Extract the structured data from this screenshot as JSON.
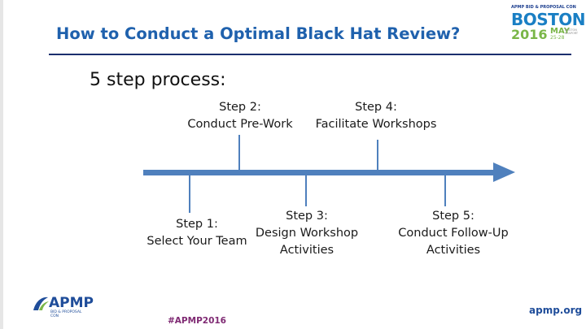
{
  "slide": {
    "title": "How to Conduct a Optimal Black Hat Review?",
    "subtitle": "5 step process:"
  },
  "logo": {
    "tagline": "APMP BID & PROPOSAL CON",
    "city": "BOSTON",
    "year": "2016",
    "month": "MAY",
    "dates": "25-28",
    "venue": "BOSTON SEAPORT"
  },
  "steps": [
    {
      "label": "Step 1:",
      "desc": [
        "Select Your Team"
      ]
    },
    {
      "label": "Step 2:",
      "desc": [
        "Conduct Pre-Work"
      ]
    },
    {
      "label": "Step 3:",
      "desc": [
        "Design Workshop",
        "Activities"
      ]
    },
    {
      "label": "Step 4:",
      "desc": [
        "Facilitate Workshops"
      ]
    },
    {
      "label": "Step 5:",
      "desc": [
        "Conduct Follow-Up",
        "Activities"
      ]
    }
  ],
  "footer": {
    "org_logo": "APMP",
    "org_sub": "BID & PROPOSAL CON",
    "hashtag": "#APMP2016",
    "website": "apmp.org"
  },
  "colors": {
    "title": "#1f61ad",
    "timeline": "#4f80bd",
    "hashtag": "#7f2a73"
  }
}
